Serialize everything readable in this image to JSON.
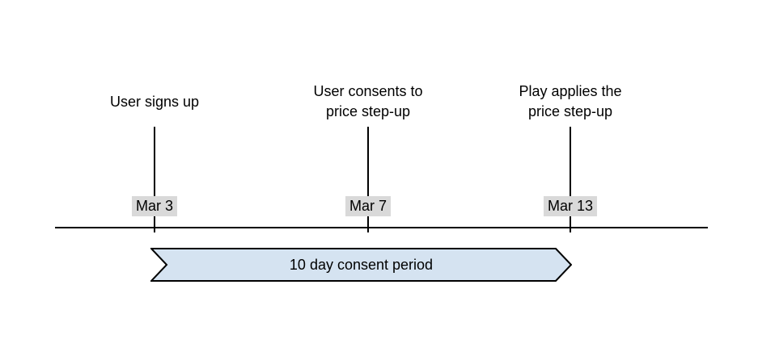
{
  "timeline": {
    "events": [
      {
        "title": "User signs up",
        "date": "Mar 3"
      },
      {
        "title": "User consents to\nprice step-up",
        "date": "Mar 7"
      },
      {
        "title": "Play applies the\nprice step-up",
        "date": "Mar 13"
      }
    ],
    "banner": {
      "label": "10 day consent period"
    },
    "colors": {
      "background": "#ffffff",
      "line": "#000000",
      "text": "#000000",
      "date_bg": "#d9d9d9",
      "banner_fill": "#d5e3f1",
      "banner_stroke": "#000000"
    }
  }
}
